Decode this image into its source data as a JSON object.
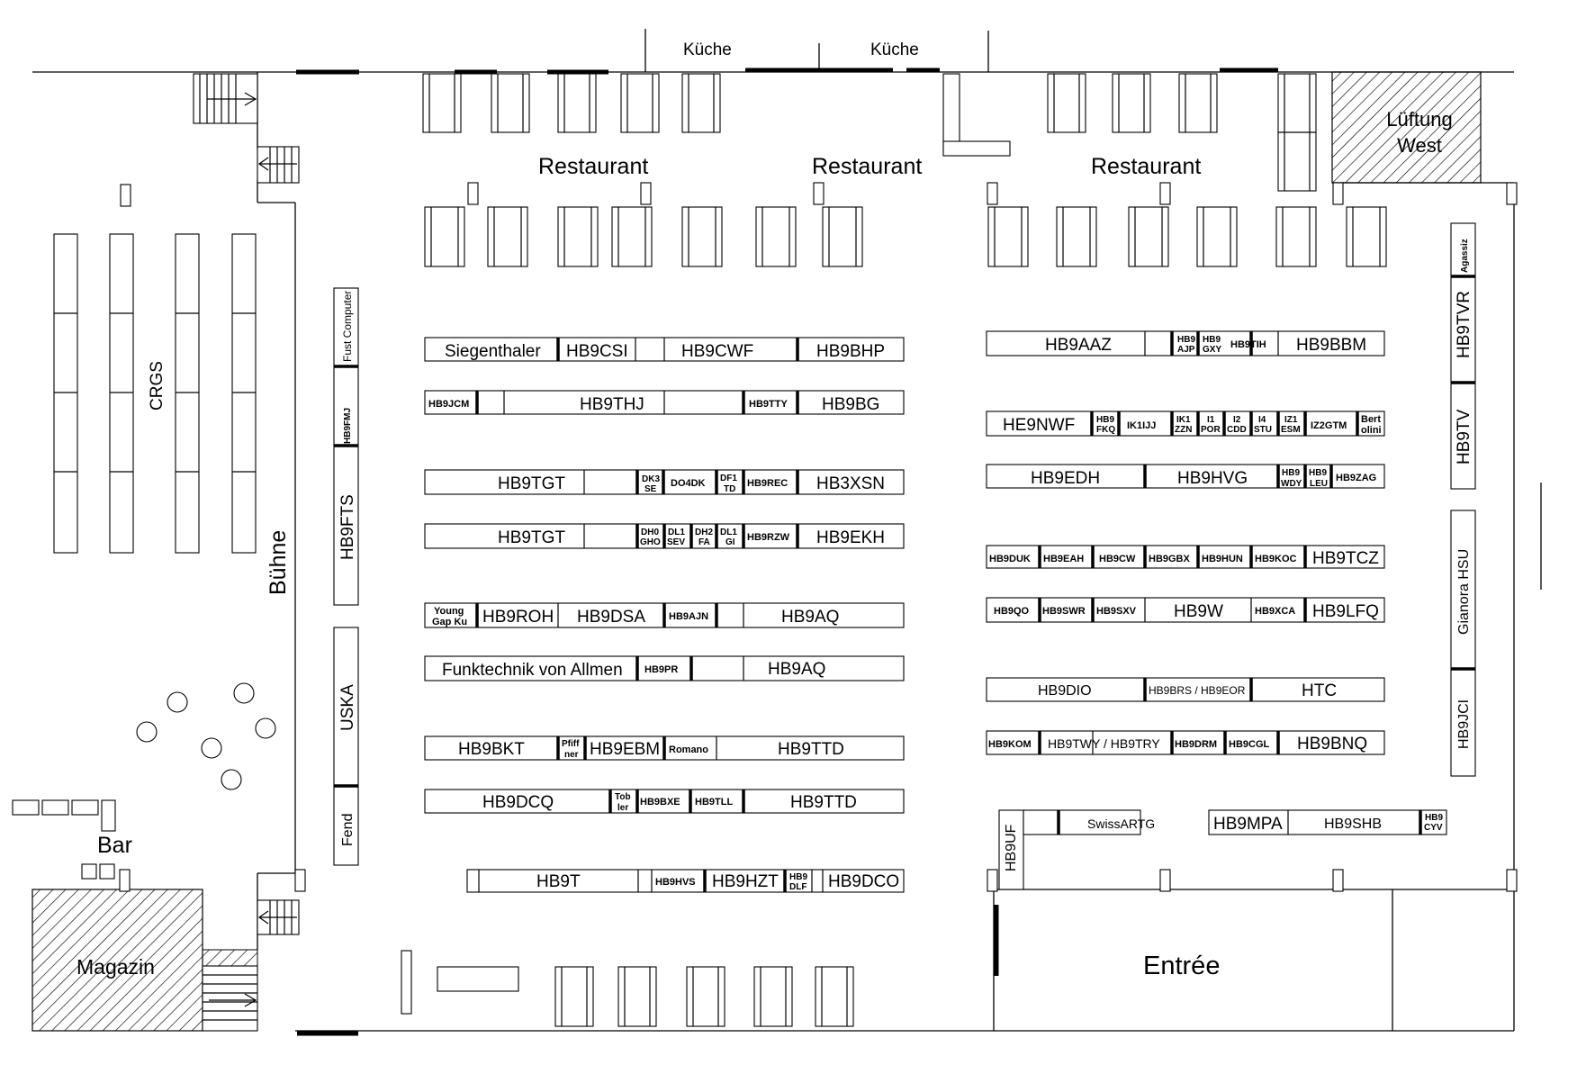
{
  "rooms": {
    "kueche_1": "Küche",
    "kueche_2": "Küche",
    "restaurant_1": "Restaurant",
    "restaurant_2": "Restaurant",
    "restaurant_3": "Restaurant",
    "lueftung_1": "Lüftung",
    "lueftung_2": "West",
    "crgs": "CRGS",
    "buehne": "Bühne",
    "bar": "Bar",
    "magazin": "Magazin",
    "entree": "Entrée"
  },
  "stands": {
    "fust_computer": "Fust Computer",
    "hb9fmj": "HB9FMJ",
    "hb9fts": "HB9FTS",
    "uska": "USKA",
    "fend": "Fend",
    "agassiz": "Agassiz",
    "hb9tvr": "HB9TVR",
    "hb9tv": "HB9TV",
    "gianora_hsu": "Gianora HSU",
    "hb9jci": "HB9JCI",
    "r1": [
      "Siegenthaler",
      "HB9CSI",
      "HB9CWF",
      "HB9BHP"
    ],
    "r2": [
      "HB9JCM",
      "HB9THJ",
      "HB9TTY",
      "HB9BG"
    ],
    "r3": [
      "HB9TGT",
      "DK3",
      "SE",
      "DO4DK",
      "DF1",
      "TD",
      "HB9REC",
      "HB3XSN"
    ],
    "r4": [
      "HB9TGT",
      "DH0",
      "GHO",
      "DL1",
      "SEV",
      "DH2",
      "FA",
      "DL1",
      "GI",
      "HB9RZW",
      "HB9EKH"
    ],
    "r5": [
      "Young",
      "Gap Ku",
      "HB9ROH",
      "HB9DSA",
      "HB9AJN",
      "HB9AQ"
    ],
    "r6": [
      "Funktechnik von Allmen",
      "HB9PR",
      "HB9AQ"
    ],
    "r7": [
      "HB9BKT",
      "Pfiff",
      "ner",
      "HB9EBM",
      "Romano",
      "HB9TTD"
    ],
    "r8": [
      "HB9DCQ",
      "Tob",
      "ler",
      "HB9BXE",
      "HB9TLL",
      "HB9TTD"
    ],
    "r9": [
      "HB9T",
      "HB9HVS",
      "HB9HZT",
      "HB9",
      "DLF",
      "HB9DCO"
    ],
    "q1": [
      "HB9AAZ",
      "HB9",
      "AJP",
      "HB9",
      "GXY",
      "HB9TIH",
      "HB9BBM"
    ],
    "q2": [
      "HE9NWF",
      "HB9",
      "FKQ",
      "IK1IJJ",
      "IK1",
      "ZZN",
      "I1",
      "POR",
      "I2",
      "CDD",
      "I4",
      "STU",
      "IZ1",
      "ESM",
      "IZ2GTM",
      "Bert",
      "olini"
    ],
    "q3": [
      "HB9EDH",
      "HB9HVG",
      "HB9",
      "WDY",
      "HB9",
      "LEU",
      "HB9ZAG"
    ],
    "q4": [
      "HB9DUK",
      "HB9EAH",
      "HB9CW",
      "HB9GBX",
      "HB9HUN",
      "HB9KOC",
      "HB9TCZ"
    ],
    "q5": [
      "HB9QO",
      "HB9SWR",
      "HB9SXV",
      "HB9W",
      "HB9XCA",
      "HB9LFQ"
    ],
    "q6": [
      "HB9DIO",
      "HB9BRS / HB9EOR",
      "HTC"
    ],
    "q7": [
      "HB9KOM",
      "HB9TWY / HB9TRY",
      "HB9DRM",
      "HB9CGL",
      "HB9BNQ"
    ],
    "q8": [
      "HB9UF",
      "SwissARTG",
      "HB9MPA",
      "HB9SHB",
      "HB9",
      "CYV"
    ]
  }
}
